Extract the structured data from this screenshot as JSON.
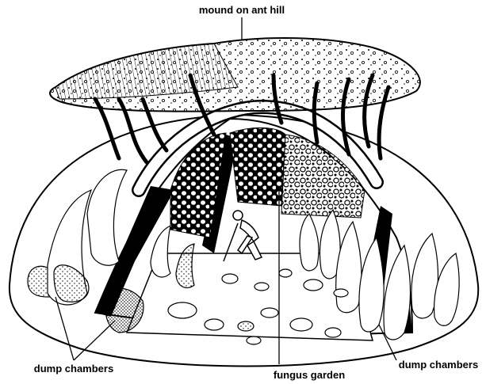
{
  "labels": {
    "mound": "mound on ant hill",
    "dump_left": "dump chambers",
    "fungus": "fungus garden",
    "dump_right": "dump chambers"
  }
}
